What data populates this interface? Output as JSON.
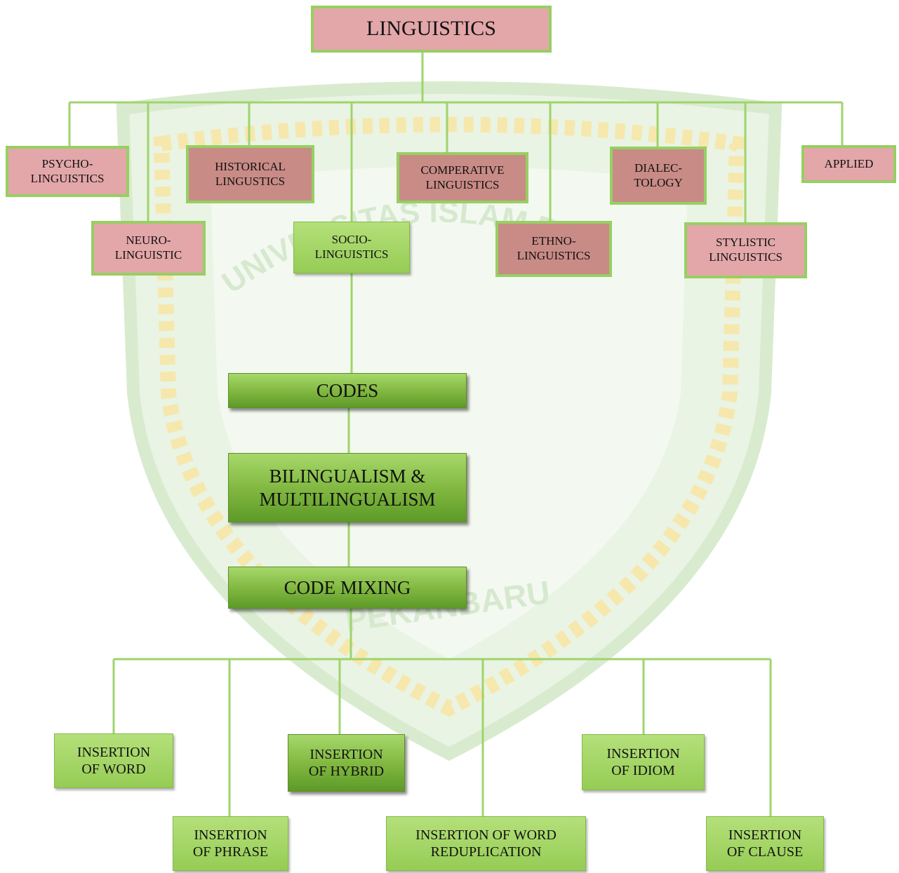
{
  "diagram": {
    "root": "LINGUISTICS",
    "branches": {
      "psycho": "PSYCHO-\nLINGUISTICS",
      "neuro": "NEURO-\nLINGUISTIC",
      "historical": "HISTORICAL\nLINGUSTICS",
      "socio": "SOCIO-\nLINGUISTICS",
      "comperative": "COMPERATIVE\nLINGUISTICS",
      "ethno": "ETHNO-\nLINGUISTICS",
      "dialectology": "DIALEC-\nTOLOGY",
      "stylistic": "STYLISTIC\nLINGUISTICS",
      "applied": "APPLIED"
    },
    "chain": {
      "codes": "CODES",
      "bilingualism": "BILINGUALISM &\nMULTILINGUALISM",
      "code_mixing": "CODE MIXING"
    },
    "leaves": {
      "word": "INSERTION\nOF WORD",
      "phrase": "INSERTION\nOF PHRASE",
      "hybrid": "INSERTION\nOF HYBRID",
      "reduplication": "INSERTION OF WORD\nREDUPLICATION",
      "idiom": "INSERTION\nOF IDIOM",
      "clause": "INSERTION\nOF CLAUSE"
    }
  },
  "watermark": {
    "arc_text": "UNIVERSITAS ISLAM RIAU",
    "bottom_text": "PEKANBARU"
  },
  "colors": {
    "connector": "#9fd46c",
    "pink_fill": "#e3a7a9",
    "green_fill": "#7fb63f"
  }
}
